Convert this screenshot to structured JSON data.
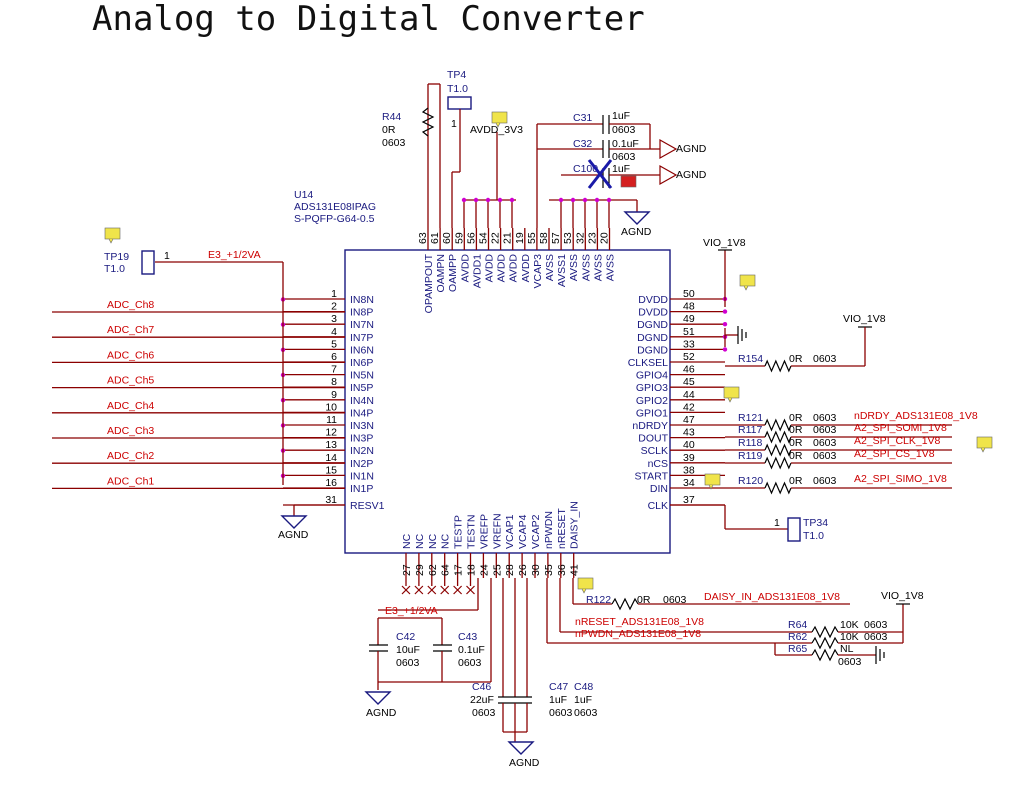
{
  "title": "Analog to Digital Converter",
  "ic": {
    "ref": "U14",
    "part": "ADS131E08IPAG",
    "package": "S-PQFP-G64-0.5"
  },
  "left_pins": [
    {
      "num": "1",
      "name": "IN8N"
    },
    {
      "num": "2",
      "name": "IN8P"
    },
    {
      "num": "3",
      "name": "IN7N"
    },
    {
      "num": "4",
      "name": "IN7P"
    },
    {
      "num": "5",
      "name": "IN6N"
    },
    {
      "num": "6",
      "name": "IN6P"
    },
    {
      "num": "7",
      "name": "IN5N"
    },
    {
      "num": "8",
      "name": "IN5P"
    },
    {
      "num": "9",
      "name": "IN4N"
    },
    {
      "num": "10",
      "name": "IN4P"
    },
    {
      "num": "11",
      "name": "IN3N"
    },
    {
      "num": "12",
      "name": "IN3P"
    },
    {
      "num": "13",
      "name": "IN2N"
    },
    {
      "num": "14",
      "name": "IN2P"
    },
    {
      "num": "15",
      "name": "IN1N"
    },
    {
      "num": "16",
      "name": "IN1P"
    },
    {
      "num": "31",
      "name": "RESV1"
    }
  ],
  "right_pins": [
    {
      "num": "50",
      "name": "DVDD"
    },
    {
      "num": "48",
      "name": "DVDD"
    },
    {
      "num": "49",
      "name": "DGND"
    },
    {
      "num": "51",
      "name": "DGND"
    },
    {
      "num": "33",
      "name": "DGND"
    },
    {
      "num": "52",
      "name": "CLKSEL"
    },
    {
      "num": "46",
      "name": "GPIO4"
    },
    {
      "num": "45",
      "name": "GPIO3"
    },
    {
      "num": "44",
      "name": "GPIO2"
    },
    {
      "num": "42",
      "name": "GPIO1"
    },
    {
      "num": "47",
      "name": "nDRDY"
    },
    {
      "num": "43",
      "name": "DOUT"
    },
    {
      "num": "40",
      "name": "SCLK"
    },
    {
      "num": "39",
      "name": "nCS"
    },
    {
      "num": "38",
      "name": "START"
    },
    {
      "num": "34",
      "name": "DIN"
    },
    {
      "num": "37",
      "name": "CLK"
    }
  ],
  "top_pins": [
    {
      "num": "63",
      "name": "OPAMPOUT"
    },
    {
      "num": "61",
      "name": "OAMPN"
    },
    {
      "num": "60",
      "name": "OAMPP"
    },
    {
      "num": "59",
      "name": "AVDD"
    },
    {
      "num": "56",
      "name": "AVDD1"
    },
    {
      "num": "54",
      "name": "AVDD"
    },
    {
      "num": "22",
      "name": "AVDD"
    },
    {
      "num": "21",
      "name": "AVDD"
    },
    {
      "num": "19",
      "name": "AVDD"
    },
    {
      "num": "55",
      "name": "VCAP3"
    },
    {
      "num": "58",
      "name": "AVSS"
    },
    {
      "num": "57",
      "name": "AVSS1"
    },
    {
      "num": "53",
      "name": "AVSS"
    },
    {
      "num": "32",
      "name": "AVSS"
    },
    {
      "num": "23",
      "name": "AVSS"
    },
    {
      "num": "20",
      "name": "AVSS"
    }
  ],
  "bottom_pins": [
    {
      "num": "27",
      "name": "NC"
    },
    {
      "num": "29",
      "name": "NC"
    },
    {
      "num": "62",
      "name": "NC"
    },
    {
      "num": "64",
      "name": "NC"
    },
    {
      "num": "17",
      "name": "TESTP"
    },
    {
      "num": "18",
      "name": "TESTN"
    },
    {
      "num": "24",
      "name": "VREFP"
    },
    {
      "num": "25",
      "name": "VREFN"
    },
    {
      "num": "28",
      "name": "VCAP1"
    },
    {
      "num": "26",
      "name": "VCAP4"
    },
    {
      "num": "30",
      "name": "VCAP2"
    },
    {
      "num": "35",
      "name": "nPWDN"
    },
    {
      "num": "36",
      "name": "nRESET"
    },
    {
      "num": "41",
      "name": "DAISY_IN"
    }
  ],
  "adc_nets": [
    "ADC_Ch8",
    "ADC_Ch7",
    "ADC_Ch6",
    "ADC_Ch5",
    "ADC_Ch4",
    "ADC_Ch3",
    "ADC_Ch2",
    "ADC_Ch1"
  ],
  "labels": {
    "e3_top": "E3_+1/2VA",
    "e3_bottom": "E3_+1/2VA",
    "avdd": "AVDD_3V3",
    "agnd": "AGND",
    "vio": "VIO_1V8",
    "tp19": "TP19",
    "tp19_val": "T1.0",
    "tp19_pin": "1",
    "tp4": "TP4",
    "tp4_val": "T1.0",
    "tp4_pin": "1",
    "tp34": "TP34",
    "tp34_val": "T1.0",
    "tp34_pin": "1",
    "r44": "R44",
    "r44_val": "0R",
    "r44_pkg": "0603",
    "c31": "C31",
    "c31_val": "1uF",
    "c31_pkg": "0603",
    "c32": "C32",
    "c32_val": "0.1uF",
    "c32_pkg": "0603",
    "c100": "C100",
    "c100_val": "1uF",
    "c100_pkg": "03"
  },
  "right_resistors": [
    {
      "ref": "R154",
      "val": "0R",
      "pkg": "0603",
      "net": ""
    },
    {
      "ref": "R121",
      "val": "0R",
      "pkg": "0603",
      "net": "nDRDY_ADS131E08_1V8"
    },
    {
      "ref": "R117",
      "val": "0R",
      "pkg": "0603",
      "net": "A2_SPI_SOMI_1V8"
    },
    {
      "ref": "R118",
      "val": "0R",
      "pkg": "0603",
      "net": "A2_SPI_CLK_1V8"
    },
    {
      "ref": "R119",
      "val": "0R",
      "pkg": "0603",
      "net": "A2_SPI_CS_1V8"
    },
    {
      "ref": "R120",
      "val": "0R",
      "pkg": "0603",
      "net": "A2_SPI_SIMO_1V8"
    }
  ],
  "bottom_parts": {
    "r122": {
      "ref": "R122",
      "val": "0R",
      "pkg": "0603",
      "net": "DAISY_IN_ADS131E08_1V8"
    },
    "nreset_net": "nRESET_ADS131E08_1V8",
    "npwdn_net": "nPWDN_ADS131E08_1V8",
    "r64": {
      "ref": "R64",
      "val": "10K",
      "pkg": "0603"
    },
    "r62": {
      "ref": "R62",
      "val": "10K",
      "pkg": "0603"
    },
    "r65": {
      "ref": "R65",
      "val": "NL",
      "pkg": "0603"
    },
    "c42": {
      "ref": "C42",
      "val": "10uF",
      "pkg": "0603"
    },
    "c43": {
      "ref": "C43",
      "val": "0.1uF",
      "pkg": "0603"
    },
    "c46": {
      "ref": "C46",
      "val": "22uF",
      "pkg": "0603"
    },
    "c47": {
      "ref": "C47",
      "val": "1uF",
      "pkg": "0603"
    },
    "c48": {
      "ref": "C48",
      "val": "1uF",
      "pkg": "0603"
    }
  }
}
